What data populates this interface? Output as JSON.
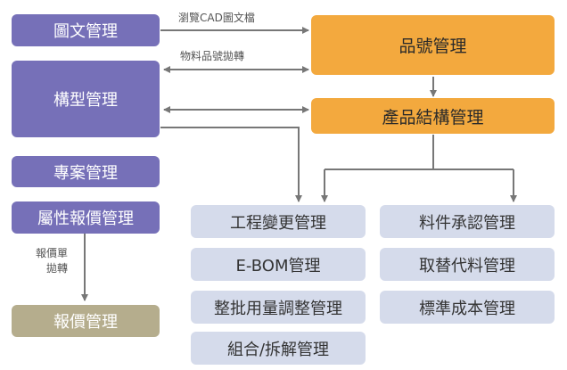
{
  "left_boxes": {
    "drawing": "圖文管理",
    "model": "構型管理",
    "project": "專案管理",
    "attribute_quote": "屬性報價管理",
    "quote": "報價管理"
  },
  "center_boxes": {
    "part_number": "品號管理",
    "product_structure": "產品結構管理"
  },
  "module_boxes": {
    "engineering_change": "工程變更管理",
    "ebom": "E-BOM管理",
    "batch_usage": "整批用量調整管理",
    "assembly": "組合/拆解管理",
    "material_approval": "料件承認管理",
    "substitute": "取替代料管理",
    "standard_cost": "標準成本管理"
  },
  "arrow_labels": {
    "browse_cad": "瀏覽CAD圖文檔",
    "material_part_throw": "物料品號拋轉",
    "quote_sheet_line1": "報價單",
    "quote_sheet_line2": "拋轉"
  },
  "colors": {
    "purple": "#7670b8",
    "orange": "#f3a93e",
    "light_blue": "#d5dbeb",
    "khaki": "#b5ad8d",
    "arrow": "#777777"
  }
}
